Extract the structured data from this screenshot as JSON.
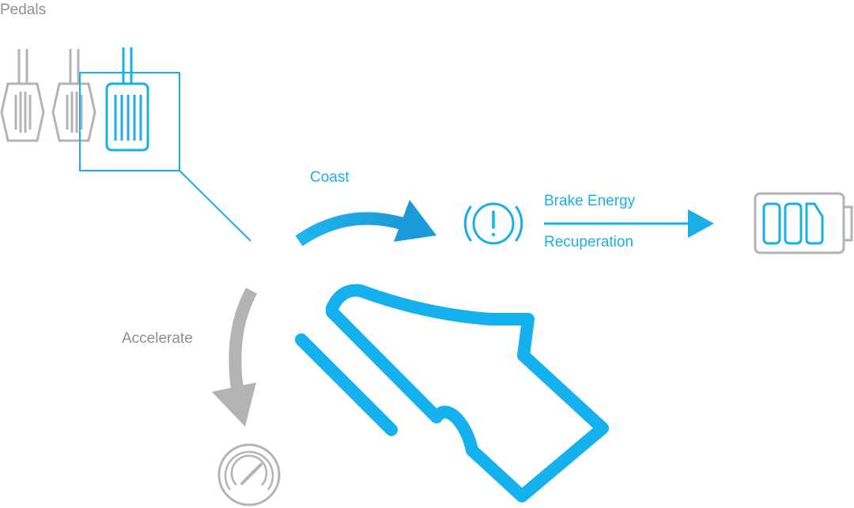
{
  "title": "Pedals",
  "labels": {
    "coast": "Coast",
    "brake_energy_line1": "Brake Energy",
    "brake_energy_line2": "Recuperation",
    "accelerate": "Accelerate"
  },
  "icons": {
    "pedals": [
      "clutch-pedal-icon",
      "brake-pedal-icon",
      "accelerator-pedal-icon"
    ],
    "brake_warning": "brake-warning-icon",
    "battery": "battery-icon",
    "speedometer": "speedometer-icon",
    "foot": "foot-icon"
  },
  "colors": {
    "accent": "#1aaee8",
    "neutral": "#b3b3b3",
    "text_neutral": "#8e8e8e"
  }
}
